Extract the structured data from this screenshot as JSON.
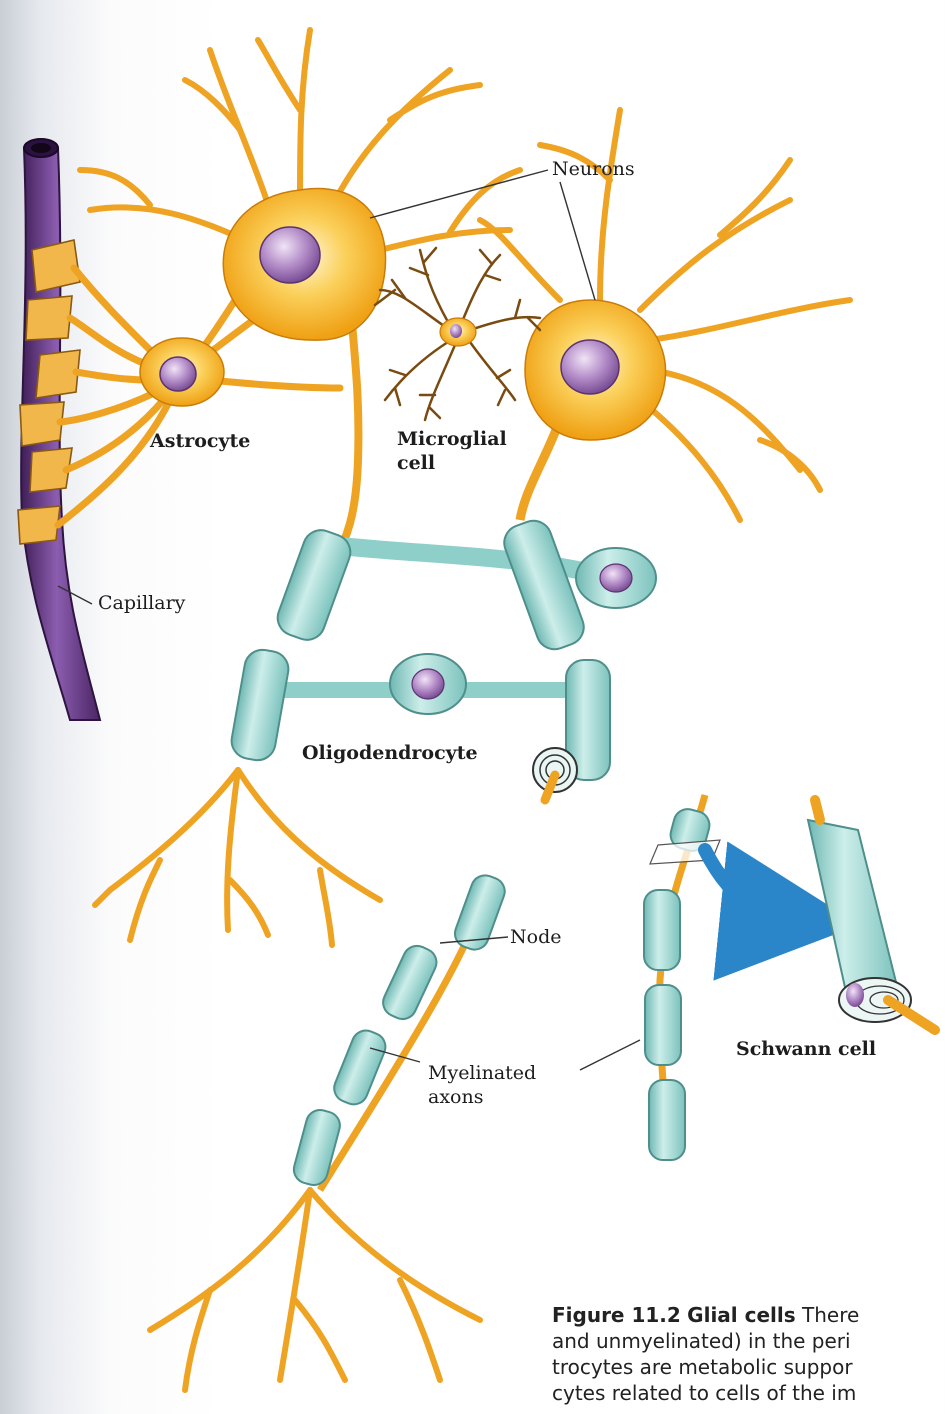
{
  "labels": {
    "neurons": "Neurons",
    "astrocyte": "Astrocyte",
    "microglial_1": "Microglial",
    "microglial_2": "cell",
    "capillary": "Capillary",
    "oligodendrocyte": "Oligodendrocyte",
    "node": "Node",
    "myelinated_1": "Myelinated",
    "myelinated_2": "axons",
    "schwann": "Schwann cell"
  },
  "caption": {
    "figure_number": "Figure 11.2",
    "figure_title": "Glial cells",
    "line1_rest": "There",
    "line2": "and unmyelinated) in the peri",
    "line3": "trocytes are metabolic suppor",
    "line4": "cytes related to cells of the im"
  },
  "colors": {
    "neuron_fill": "#f5b325",
    "neuron_light": "#fde7a6",
    "nucleus": "#9a6fb0",
    "myelin": "#9dd6d0",
    "myelin_edge": "#4f8f8b",
    "capillary": "#6b3d86",
    "arrow": "#2a86c8",
    "outline": "#3a3a3a"
  }
}
